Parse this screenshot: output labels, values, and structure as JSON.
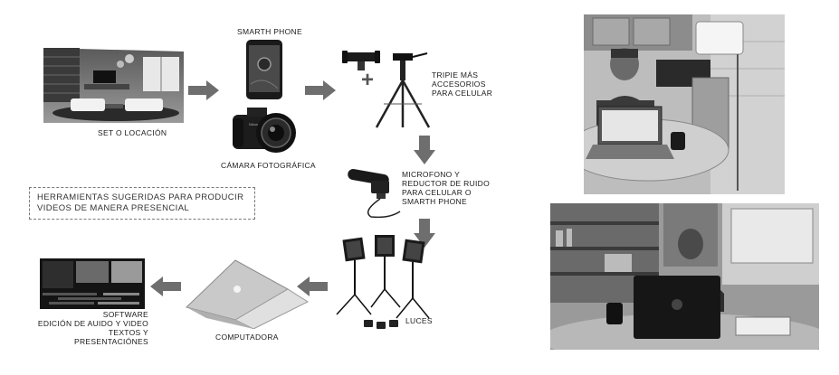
{
  "labels": {
    "set": "SET O LOCACIÓN",
    "phone": "SMARTH PHONE",
    "camera": "CÁMARA FOTOGRÁFICA",
    "tripod": [
      "TRIPIE MÁS",
      "ACCESORIOS",
      "PARA CELULAR"
    ],
    "mic": [
      "MICROFONO  Y",
      "REDUCTOR DE RUIDO",
      "PARA CELULAR O",
      "SMARTH PHONE"
    ],
    "lights": "LUCES",
    "computer": "COMPUTADORA",
    "software": [
      "SOFTWARE",
      "EDICIÓN DE AUIDO  Y VIDEO",
      "TEXTOS Y PRESENTACIÓNES"
    ],
    "callout": [
      "HERRAMIENTAS SUGERIDAS PARA PRODUCIR",
      "VIDEOS DE MANERA PRESENCIAL"
    ],
    "plus": "+"
  },
  "colors": {
    "arrow": "#6e6e6e",
    "dark": "#1f1f1f",
    "mid": "#8a8a8a",
    "light": "#d8d8d8"
  },
  "icons": [
    "living-room-image",
    "smartphone-icon",
    "dslr-camera-icon",
    "phone-holder-icon",
    "tripod-icon",
    "microphone-icon",
    "studio-lights-icon",
    "laptop-icon",
    "editing-software-icon",
    "presenter-photo-1",
    "presenter-photo-2"
  ]
}
